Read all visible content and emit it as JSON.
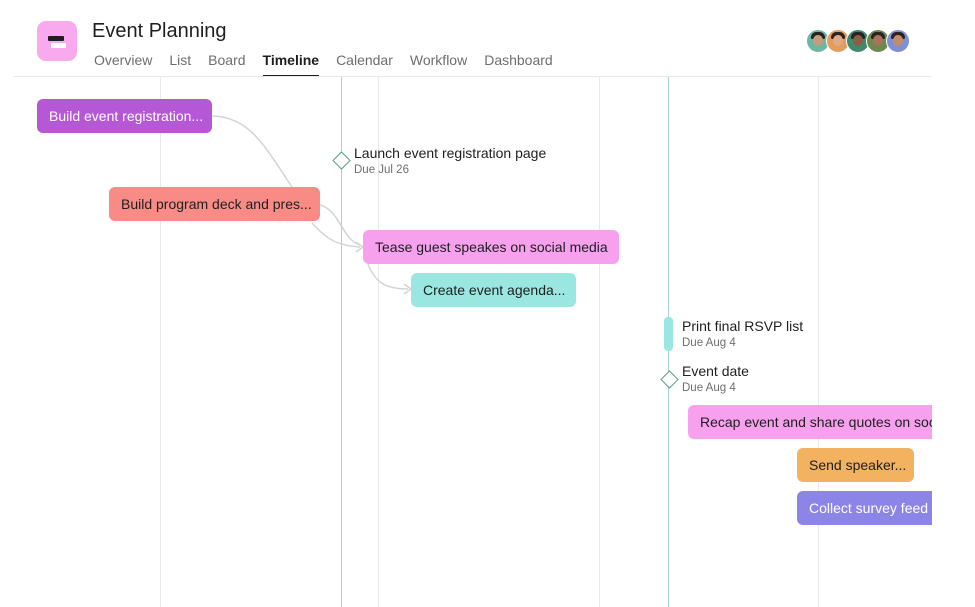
{
  "project": {
    "title": "Event Planning",
    "icon": "project-icon"
  },
  "tabs": [
    {
      "label": "Overview",
      "active": false
    },
    {
      "label": "List",
      "active": false
    },
    {
      "label": "Board",
      "active": false
    },
    {
      "label": "Timeline",
      "active": true
    },
    {
      "label": "Calendar",
      "active": false
    },
    {
      "label": "Workflow",
      "active": false
    },
    {
      "label": "Dashboard",
      "active": false
    }
  ],
  "avatars": [
    {
      "face": "#c79c7e",
      "bg": "#6bb7a3"
    },
    {
      "face": "#e0a98a",
      "bg": "#e59c5a"
    },
    {
      "face": "#8c5e45",
      "bg": "#3e8a6f"
    },
    {
      "face": "#a7745a",
      "bg": "#6c8a4f"
    },
    {
      "face": "#c58c6c",
      "bg": "#7e8fd6"
    }
  ],
  "colors": {
    "purple": "#b657d6",
    "salmon": "#f88b86",
    "pink": "#f6a0ee",
    "teal": "#9ae7e1",
    "orange": "#f2b25f",
    "violet": "#8d84e8",
    "today_line": "#a7d3cd"
  },
  "tasks": {
    "build_registration": "Build event registration...",
    "build_program_deck": "Build program deck and pres...",
    "tease_speakers": "Tease guest speakes on social media",
    "create_agenda": "Create event agenda...",
    "recap_event": "Recap event and share quotes on soc",
    "send_speaker": "Send speaker...",
    "collect_survey": "Collect survey feed"
  },
  "milestones": {
    "launch_page": {
      "title": "Launch event registration page",
      "due": "Due Jul 26"
    },
    "print_rsvp": {
      "title": "Print final RSVP list",
      "due": "Due Aug 4"
    },
    "event_date": {
      "title": "Event date",
      "due": "Due Aug 4"
    }
  }
}
